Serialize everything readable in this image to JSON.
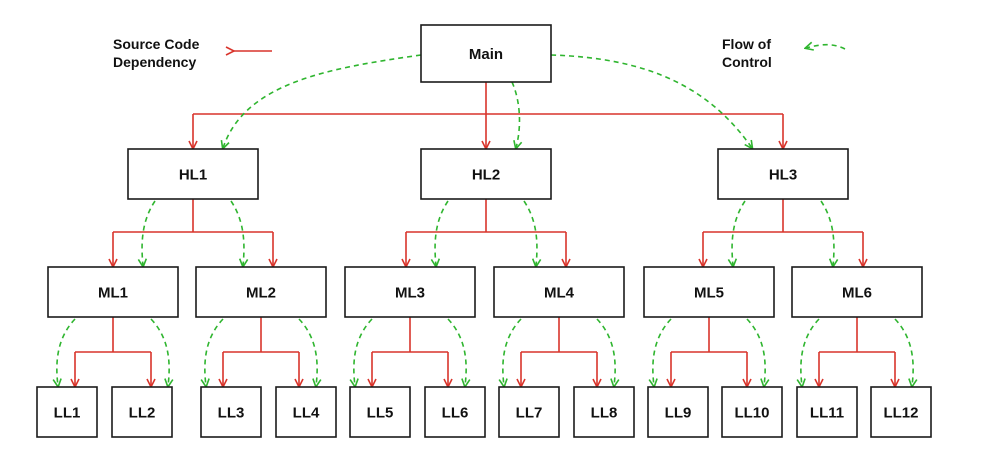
{
  "legend": {
    "dependency_line1": "Source Code",
    "dependency_line2": "Dependency",
    "flow_line1": "Flow of",
    "flow_line2": "Control"
  },
  "colors": {
    "dependency": "#d9342b",
    "flow": "#2fb52f",
    "box_stroke": "#1a1a1a"
  },
  "nodes": {
    "main": "Main",
    "hl": [
      "HL1",
      "HL2",
      "HL3"
    ],
    "ml": [
      "ML1",
      "ML2",
      "ML3",
      "ML4",
      "ML5",
      "ML6"
    ],
    "ll": [
      "LL1",
      "LL2",
      "LL3",
      "LL4",
      "LL5",
      "LL6",
      "LL7",
      "LL8",
      "LL9",
      "LL10",
      "LL11",
      "LL12"
    ]
  }
}
